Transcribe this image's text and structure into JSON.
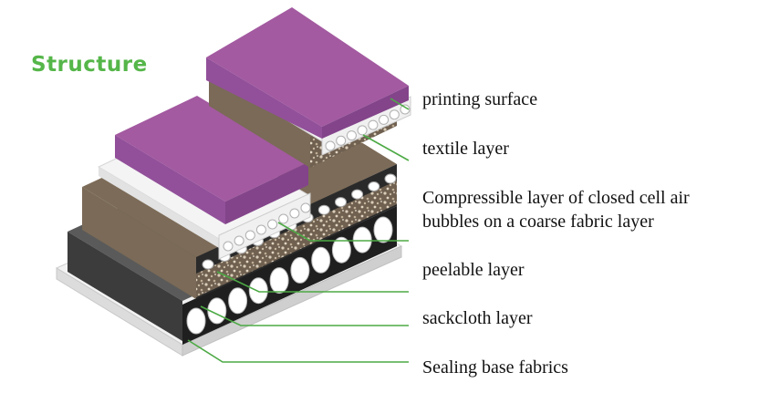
{
  "heading": "Structure",
  "layers": [
    {
      "label": "printing surface"
    },
    {
      "label": "textile layer"
    },
    {
      "label": "Compressible layer of closed cell air",
      "label_line2": "bubbles on a coarse fabric layer"
    },
    {
      "label": "peelable layer"
    },
    {
      "label": "sackcloth layer"
    },
    {
      "label": "Sealing base fabrics"
    }
  ],
  "colors": {
    "heading": "#55b649",
    "leader": "#4daa45",
    "printing_surface": "#a35aa0",
    "textile": "#eeeeee",
    "compressible": "#7a6a58",
    "peelable": "#444444",
    "base": "#e8e8e8"
  }
}
